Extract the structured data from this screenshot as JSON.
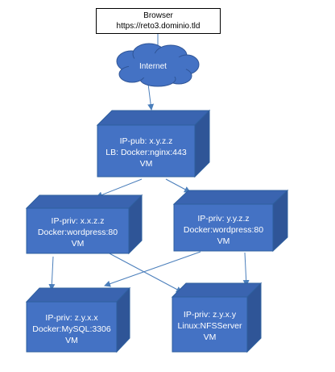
{
  "browser": {
    "line1": "Browser",
    "line2": "https://reto3.dominio.tld"
  },
  "internet": {
    "label": "Internet"
  },
  "nodes": {
    "lb": {
      "line1": "IP-pub: x.y.z.z",
      "line2": "LB: Docker:nginx:443",
      "line3": "VM"
    },
    "wp1": {
      "line1": "IP-priv: x.x.z.z",
      "line2": "Docker:wordpress:80",
      "line3": "VM"
    },
    "wp2": {
      "line1": "IP-priv: y.y.z.z",
      "line2": "Docker:wordpress:80",
      "line3": "VM"
    },
    "mysql": {
      "line1": "IP-priv: z.y.x.x",
      "line2": "Docker:MySQL:3306",
      "line3": "VM"
    },
    "nfs": {
      "line1": "IP-priv: z.y.x.y",
      "line2": "Linux:NFSServer",
      "line3": "VM"
    }
  },
  "colors": {
    "box_front": "#4472c4",
    "box_side": "#2f5597",
    "box_top": "#3a64b0",
    "edge": "#2e5f9e",
    "arrow": "#4a7ebb"
  }
}
